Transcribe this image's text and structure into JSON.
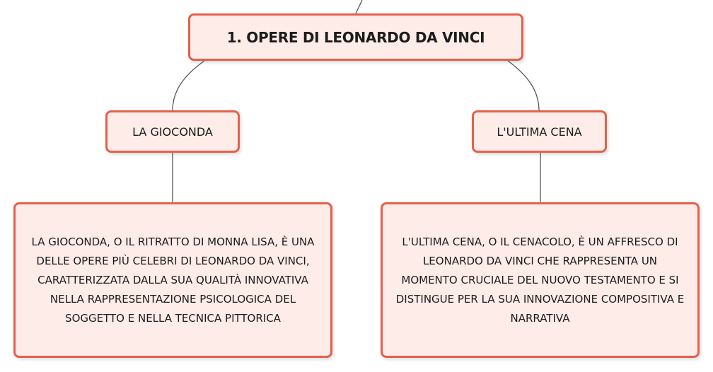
{
  "colors": {
    "node_border": "#e5604b",
    "node_fill": "#fdece8",
    "connector": "#555555",
    "text": "#1c1c1c"
  },
  "root": {
    "title": "1. OPERE DI LEONARDO DA VINCI"
  },
  "branches": [
    {
      "label": "LA GIOCONDA",
      "description": "LA GIOCONDA, O IL RITRATTO DI MONNA LISA, È UNA DELLE OPERE PIÙ CELEBRI DI LEONARDO DA VINCI, CARATTERIZZATA DALLA SUA QUALITÀ INNOVATIVA NELLA RAPPRESENTAZIONE PSICOLOGICA DEL SOGGETTO E NELLA TECNICA PITTORICA"
    },
    {
      "label": "L'ULTIMA CENA",
      "description": "L'ULTIMA CENA, O IL CENACOLO, È UN AFFRESCO DI LEONARDO DA VINCI CHE RAPPRESENTA UN MOMENTO CRUCIALE DEL NUOVO TESTAMENTO E SI DISTINGUE PER LA SUA INNOVAZIONE COMPOSITIVA E NARRATIVA"
    }
  ]
}
